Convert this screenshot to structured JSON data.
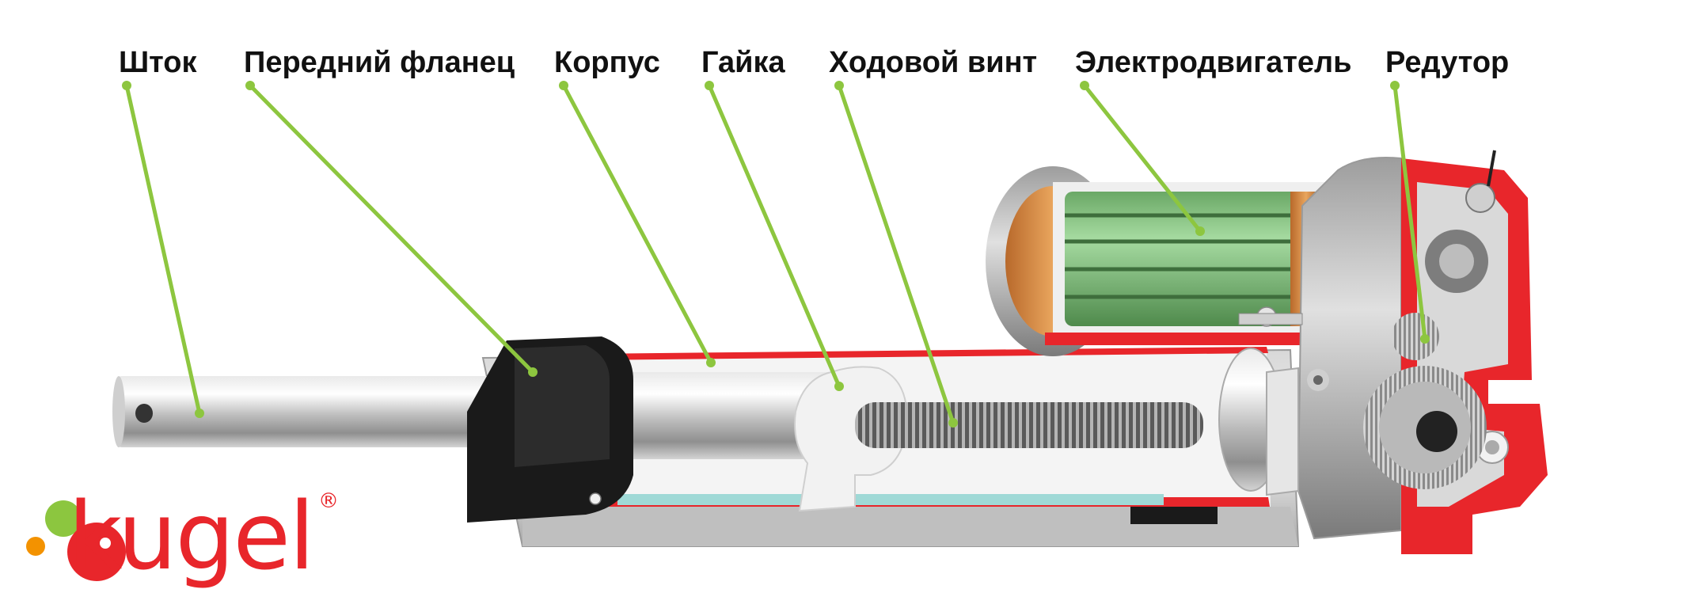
{
  "labels": {
    "rod": "Шток",
    "front_flange": "Передний фланец",
    "housing": "Корпус",
    "nut": "Гайка",
    "lead_screw": "Ходовой винт",
    "motor": "Электродвигатель",
    "gearbox": "Редутор"
  },
  "logo": {
    "text": "kugel",
    "registered": "®",
    "colors": {
      "green": "#8cc63f",
      "orange": "#f39200",
      "red": "#e8262b"
    }
  },
  "colors": {
    "callout_line": "#8dc63f",
    "cutaway_red": "#e8262b",
    "steel": "#c9c9c9",
    "motor_winding": "#8fc98b",
    "flange_black": "#1a1a1a"
  }
}
